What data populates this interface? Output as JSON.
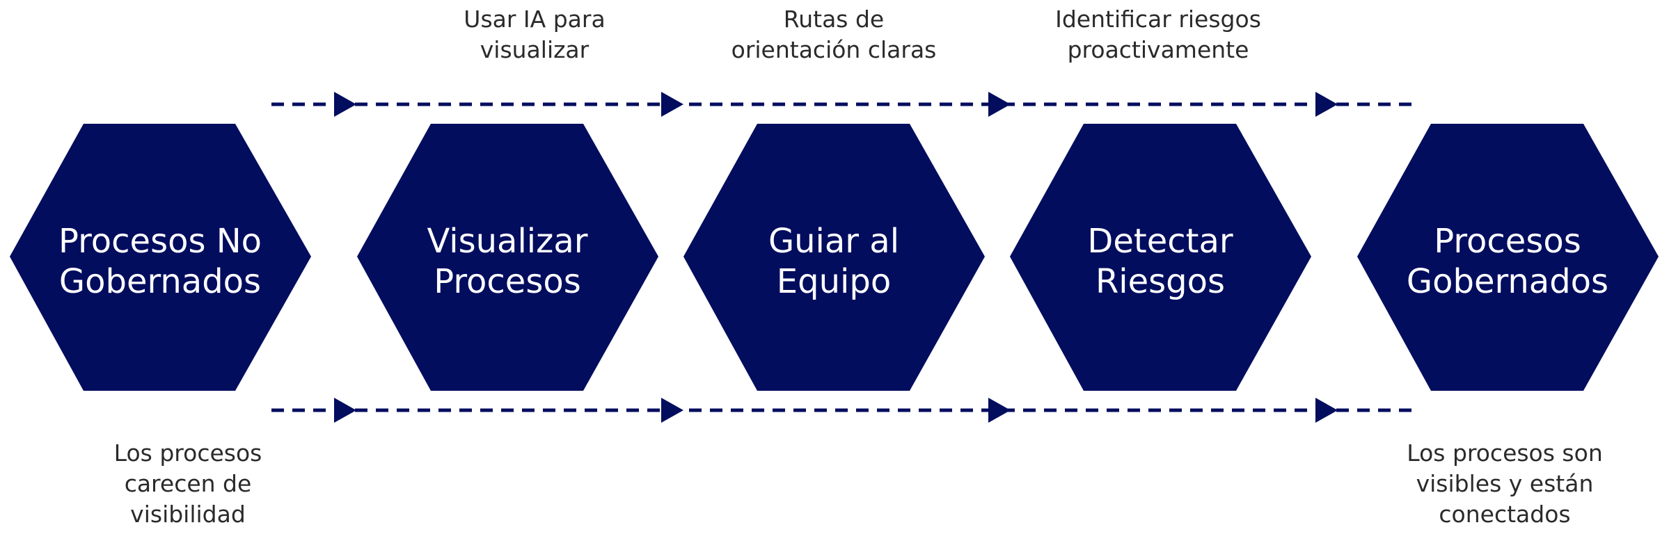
{
  "colors": {
    "hexagon_fill": "#020d5e",
    "connector_color": "#020d5e",
    "title_text": "#ffffff",
    "caption_text": "#2a2a2a",
    "background": "#ffffff"
  },
  "stages": [
    {
      "id": "procesos-no-gobernados",
      "title": "Procesos No\nGobernados"
    },
    {
      "id": "visualizar-procesos",
      "title": "Visualizar\nProcesos"
    },
    {
      "id": "guiar-al-equipo",
      "title": "Guiar al\nEquipo"
    },
    {
      "id": "detectar-riesgos",
      "title": "Detectar\nRiesgos"
    },
    {
      "id": "procesos-gobernados",
      "title": "Procesos\nGobernados"
    }
  ],
  "top_captions": [
    {
      "id": "usar-ia",
      "text": "Usar IA para\nvisualizar"
    },
    {
      "id": "rutas",
      "text": "Rutas de\norientación claras"
    },
    {
      "id": "identificar",
      "text": "Identificar riesgos\nproactivamente"
    }
  ],
  "bottom_captions": [
    {
      "id": "carecen",
      "text": "Los procesos\ncarecen de\nvisibilidad"
    },
    {
      "id": "visibles",
      "text": "Los procesos son\nvisibles y están\nconectados"
    }
  ],
  "connectors": [
    {
      "id": "top-flow",
      "arrow_count": 4
    },
    {
      "id": "bottom-flow",
      "arrow_count": 4
    }
  ]
}
